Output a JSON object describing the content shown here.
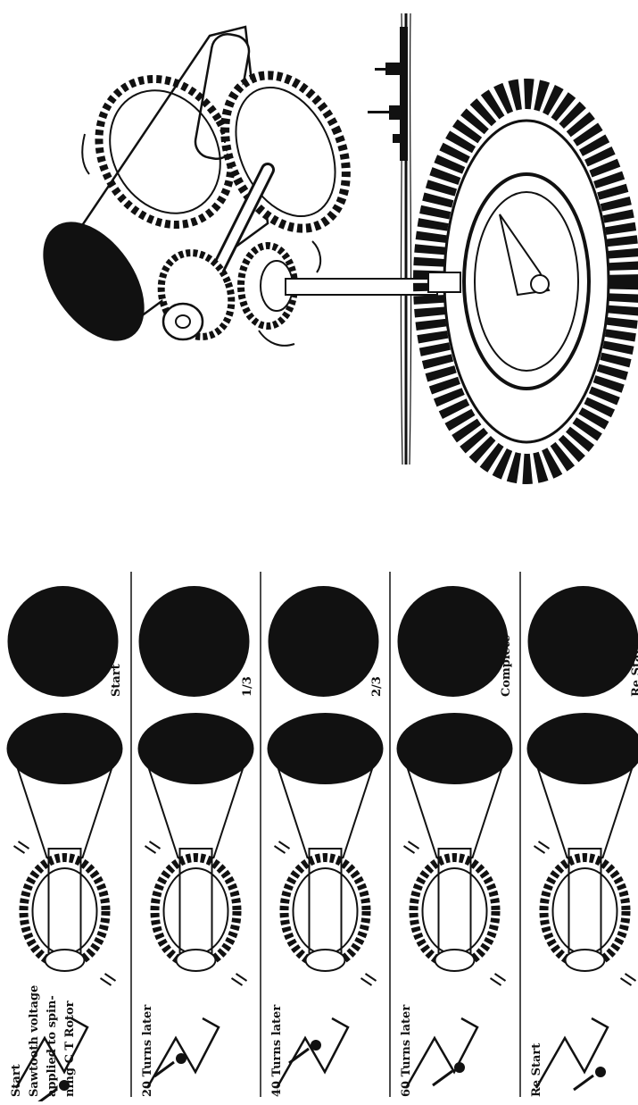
{
  "rows": [
    {
      "label_lines": [
        "Start",
        "Sawtooth voltage",
        "applied to spin-",
        "ning C T  Rotor"
      ],
      "stage": "Start",
      "stage_note": ""
    },
    {
      "label_lines": [
        "20 Turns later"
      ],
      "stage": "1/3",
      "stage_note": ""
    },
    {
      "label_lines": [
        "40 Turns later"
      ],
      "stage": "2/3",
      "stage_note": ""
    },
    {
      "label_lines": [
        "60 Turns later"
      ],
      "stage": "Complete",
      "stage_note": ""
    },
    {
      "label_lines": [
        "Re Start"
      ],
      "stage": "Re Start",
      "stage_note": ""
    }
  ],
  "icons": {
    "sawtooth": "sawtooth-waveform-icon",
    "rotor": "spinning-ct-rotor",
    "crt": "crt-tube",
    "screen": "screen-disc",
    "mechanism": "gear-drive-mechanism",
    "antenna": "rotating-radar-antenna",
    "ship": "ship-silhouette"
  }
}
